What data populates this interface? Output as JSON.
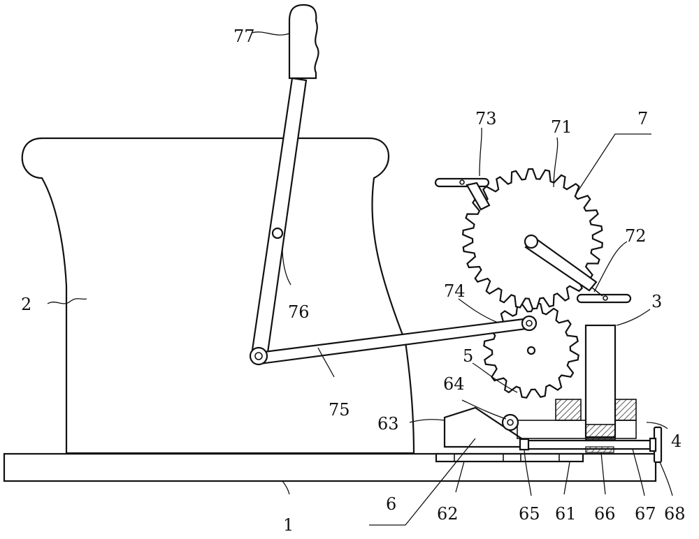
{
  "labels": {
    "l1": "1",
    "l2": "2",
    "l3": "3",
    "l4": "4",
    "l5": "5",
    "l6": "6",
    "l7": "7",
    "l61": "61",
    "l62": "62",
    "l63": "63",
    "l64": "64",
    "l65": "65",
    "l66": "66",
    "l67": "67",
    "l68": "68",
    "l71": "71",
    "l72": "72",
    "l73": "73",
    "l74": "74",
    "l75": "75",
    "l76": "76",
    "l77": "77"
  }
}
